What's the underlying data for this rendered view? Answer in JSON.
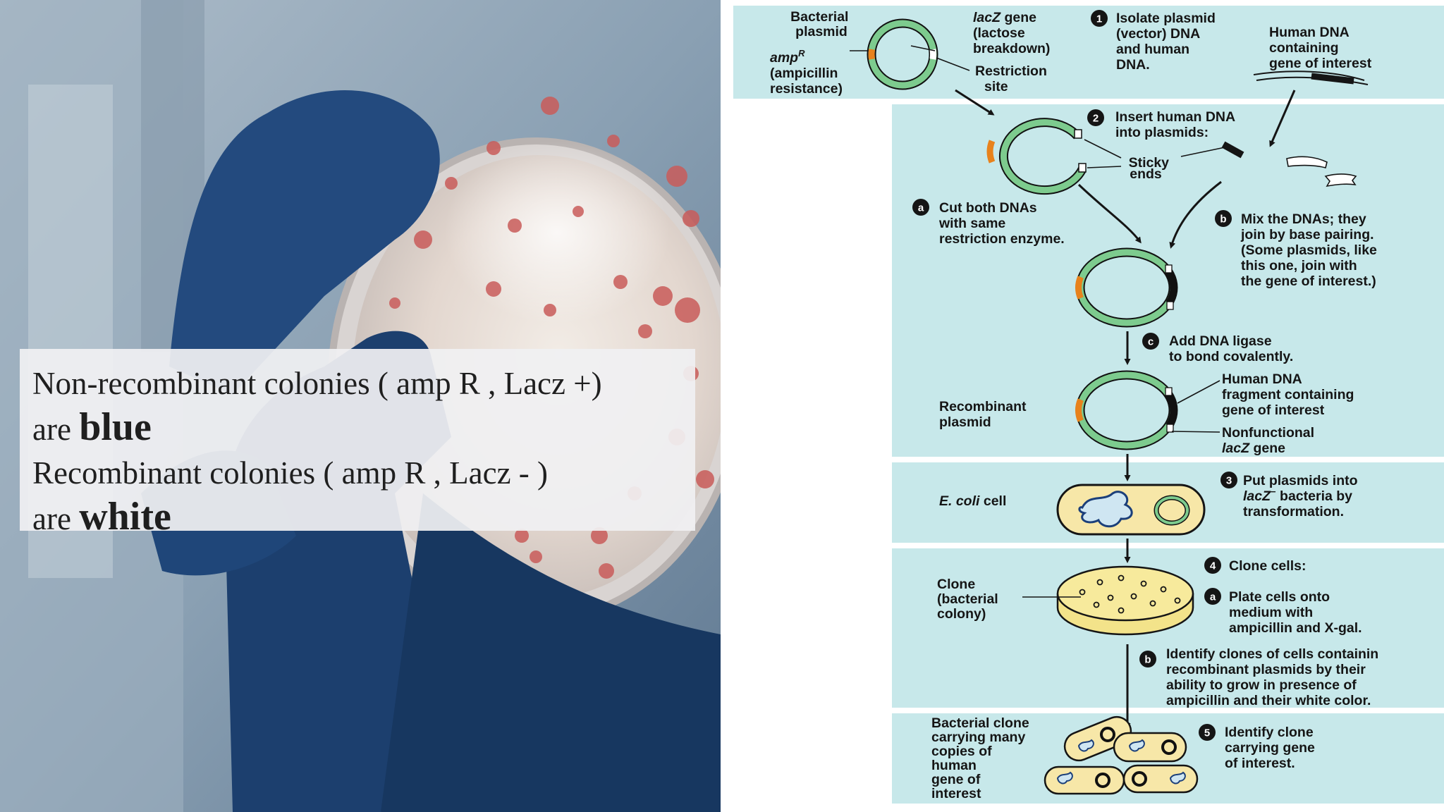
{
  "left_panel": {
    "caption": {
      "line1": "Non-recombinant colonies ( amp R  , Lacz +)",
      "line2_prefix": "are ",
      "line2_word": "blue",
      "line3": "Recombinant colonies ( amp R  , Lacz - )",
      "line4_prefix": "are ",
      "line4_word": "white"
    }
  },
  "diagram": {
    "step1": {
      "number": "1",
      "plasmid_label": [
        "Bacterial",
        "plasmid"
      ],
      "ampR_label": [
        "amp",
        "R",
        "(ampicillin",
        "resistance)"
      ],
      "lacZ_label": [
        "lacZ",
        " gene",
        "(lactose",
        "breakdown)"
      ],
      "restriction_label": [
        "Restriction",
        "site"
      ],
      "text": [
        "Isolate plasmid",
        "(vector) DNA",
        "and human",
        "DNA."
      ],
      "human_dna_label": [
        "Human DNA",
        "containing",
        "gene of interest"
      ]
    },
    "step2": {
      "number": "2",
      "text": [
        "Insert human DNA",
        "into plasmids:"
      ],
      "sticky_label": [
        "Sticky",
        "ends"
      ],
      "a": {
        "letter": "a",
        "text": [
          "Cut both DNAs",
          "with same",
          "restriction enzyme."
        ]
      },
      "b": {
        "letter": "b",
        "text": [
          "Mix the DNAs; they",
          "join by base pairing.",
          "(Some plasmids, like",
          "this one, join with",
          "the gene of interest.)"
        ]
      },
      "c": {
        "letter": "c",
        "text": [
          "Add DNA ligase",
          "to bond covalently."
        ]
      },
      "recombinant_label": [
        "Recombinant",
        "plasmid"
      ],
      "fragment_label": [
        "Human DNA",
        "fragment containing",
        "gene of interest"
      ],
      "nonfunctional_label": [
        "Nonfunctional",
        "lacZ",
        " gene"
      ]
    },
    "step3": {
      "number": "3",
      "cell_label": [
        "E. coli",
        " cell"
      ],
      "text": [
        "Put plasmids into",
        "lacZ",
        "−",
        " bacteria by",
        "transformation."
      ]
    },
    "step4": {
      "number": "4",
      "text": "Clone cells:",
      "clone_label": [
        "Clone",
        "(bacterial",
        "colony)"
      ],
      "a": {
        "letter": "a",
        "text": [
          "Plate cells onto",
          "medium with",
          "ampicillin and X-gal."
        ]
      },
      "b": {
        "letter": "b",
        "text": [
          "Identify clones of cells containin",
          "recombinant plasmids by their",
          "ability to grow in presence of",
          "ampicillin and their white color."
        ]
      }
    },
    "step5": {
      "number": "5",
      "clone_label": [
        "Bacterial clone",
        "carrying many",
        "copies of",
        "human",
        "gene of",
        "interest"
      ],
      "text": [
        "Identify clone",
        "carrying gene",
        "of interest."
      ]
    }
  }
}
